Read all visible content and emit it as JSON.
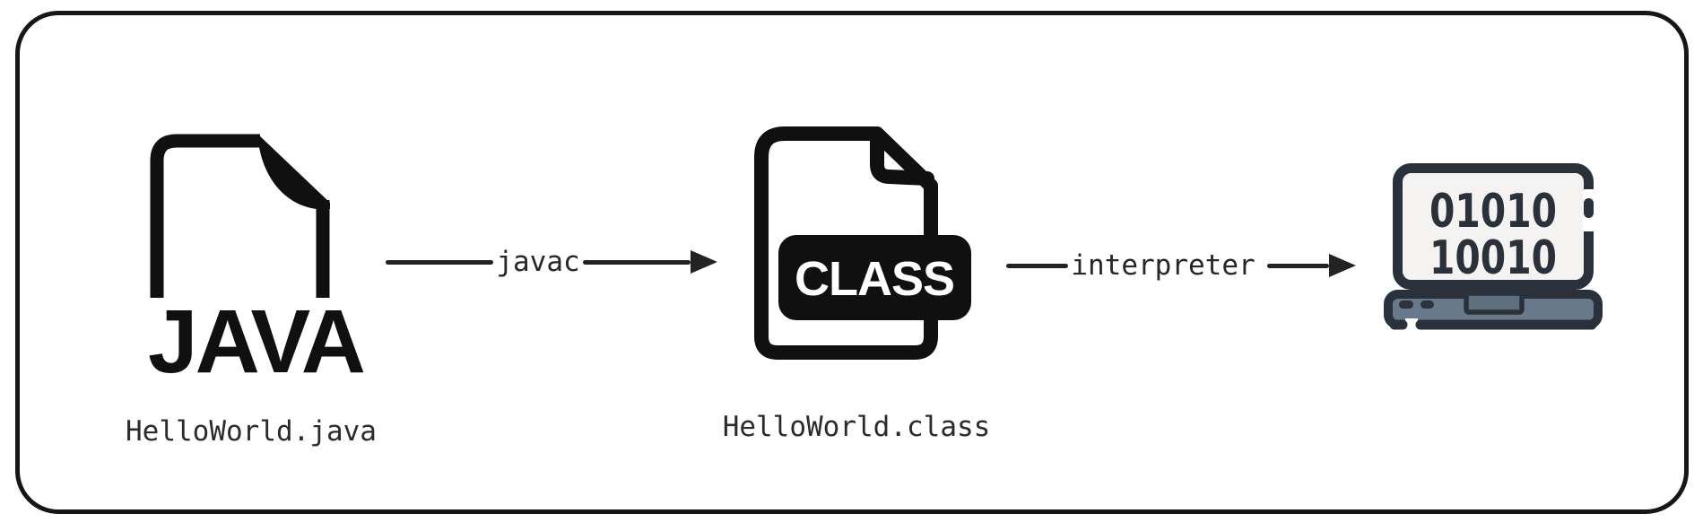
{
  "diagram": {
    "java_file": {
      "icon_label": "JAVA",
      "filename": "HelloWorld.java"
    },
    "compile_arrow": {
      "label": "javac"
    },
    "class_file": {
      "icon_label": "CLASS",
      "filename": "HelloWorld.class"
    },
    "interpret_arrow": {
      "label": "interpreter"
    },
    "machine": {
      "binary_line1": "01010",
      "binary_line2": "10010"
    },
    "colors": {
      "icon_black": "#101010",
      "label_text": "#2b2b2b",
      "arrow": "#232323",
      "frame_border": "#161616",
      "laptop_outline": "#2b313a",
      "laptop_screen_fill": "#f4f3f1",
      "laptop_base_fill": "#67798a",
      "laptop_trackpad_fill": "#5f6f7d",
      "background": "#ffffff"
    }
  }
}
